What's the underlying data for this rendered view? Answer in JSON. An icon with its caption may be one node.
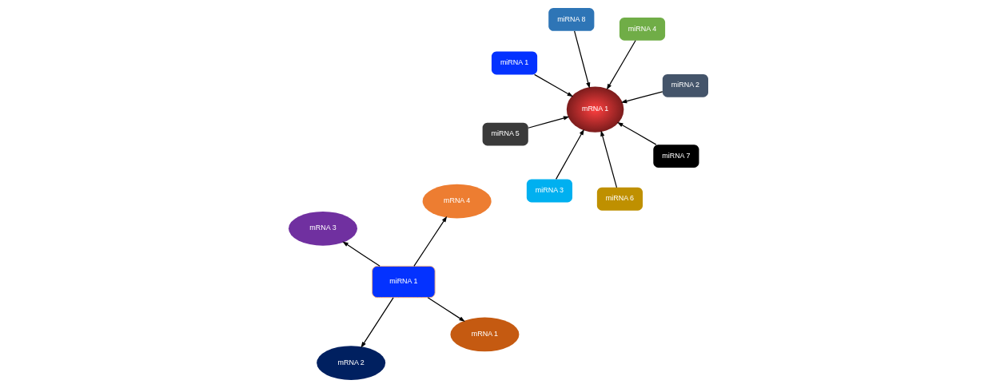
{
  "diagram": {
    "nodes": [
      {
        "text": [
          "miRNA 1"
        ]
      },
      {
        "text": [
          "mRNA 1"
        ]
      },
      {
        "text": [
          "mRNA 2"
        ]
      },
      {
        "text": [
          "mRNA 3"
        ]
      },
      {
        "text": [
          "mRNA 4"
        ]
      },
      {
        "text": [
          "mRNA 1"
        ]
      },
      {
        "text": [
          "miRNA 2"
        ]
      },
      {
        "text": [
          "miRNA 3"
        ]
      },
      {
        "text": [
          "miRNA 1"
        ]
      },
      {
        "text": [
          "miRNA 4"
        ]
      },
      {
        "text": [
          "miRNA 8"
        ]
      },
      {
        "text": [
          "miRNA 5"
        ]
      },
      {
        "text": [
          "miRNA 7"
        ]
      },
      {
        "text": [
          "miRNA 6"
        ]
      }
    ],
    "edges": [
      {
        "from": 0,
        "to": 1,
        "arrow": "to"
      },
      {
        "from": 0,
        "to": 2,
        "arrow": "to"
      },
      {
        "from": 0,
        "to": 4,
        "arrow": "to"
      },
      {
        "from": 0,
        "to": 3,
        "arrow": "to"
      },
      {
        "from": 6,
        "to": 5,
        "arrow": "to"
      },
      {
        "from": 7,
        "to": 5,
        "arrow": "to"
      },
      {
        "from": 8,
        "to": 5,
        "arrow": "to"
      },
      {
        "from": 9,
        "to": 5,
        "arrow": "to"
      },
      {
        "from": 10,
        "to": 5,
        "arrow": "to"
      },
      {
        "from": 11,
        "to": 5,
        "arrow": "to"
      },
      {
        "from": 12,
        "to": 5,
        "arrow": "to"
      },
      {
        "from": 13,
        "to": 5,
        "arrow": "to"
      }
    ]
  }
}
